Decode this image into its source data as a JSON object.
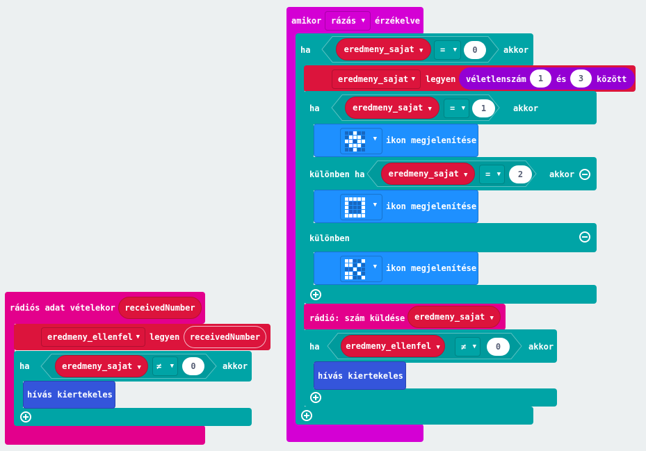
{
  "colors": {
    "radio": "#e3008c",
    "input": "#d400d4",
    "logic": "#00a4a6",
    "variables": "#dc143c",
    "basic": "#1e90ff",
    "functions": "#3455db",
    "math": "#9400d3"
  },
  "radio_block": {
    "label": "rádiós adat vételekor",
    "param": "receivedNumber",
    "set": {
      "variable": "eredmeny_ellenfel",
      "verb": "legyen",
      "value": "receivedNumber"
    },
    "if": {
      "label": "ha",
      "variable": "eredmeny_sajat",
      "operator": "≠",
      "value": "0",
      "then": "akkor"
    },
    "call": "hívás kiertekeles"
  },
  "shake_block": {
    "label_before": "amikor",
    "gesture": "rázás",
    "label_after": "érzékelve",
    "if": {
      "label": "ha",
      "variable": "eredmeny_sajat",
      "operator": "=",
      "value": "0",
      "then": "akkor"
    },
    "set": {
      "variable": "eredmeny_sajat",
      "verb": "legyen",
      "random_label": "véletlenszám",
      "from": "1",
      "and": "és",
      "to": "3",
      "between": "között"
    },
    "inner_if": {
      "label": "ha",
      "variable": "eredmeny_sajat",
      "operator": "=",
      "value": "1",
      "then": "akkor",
      "show_label": "ikon megjelenítése",
      "icon": [
        0,
        0,
        1,
        0,
        0,
        0,
        1,
        1,
        1,
        0,
        1,
        1,
        0,
        1,
        1,
        0,
        1,
        1,
        1,
        0,
        0,
        0,
        1,
        0,
        0
      ]
    },
    "else_if": {
      "label": "különben ha",
      "variable": "eredmeny_sajat",
      "operator": "=",
      "value": "2",
      "then": "akkor",
      "show_label": "ikon megjelenítése",
      "icon": [
        1,
        1,
        1,
        1,
        1,
        1,
        0,
        0,
        0,
        1,
        1,
        0,
        0,
        0,
        1,
        1,
        0,
        0,
        0,
        1,
        1,
        1,
        1,
        1,
        1
      ]
    },
    "else": {
      "label": "különben",
      "show_label": "ikon megjelenítése",
      "icon": [
        1,
        1,
        0,
        0,
        1,
        1,
        1,
        0,
        1,
        0,
        0,
        0,
        1,
        0,
        0,
        1,
        1,
        0,
        1,
        0,
        1,
        1,
        0,
        0,
        1
      ]
    },
    "send": {
      "label": "rádió: szám küldése",
      "variable": "eredmeny_sajat"
    },
    "if2": {
      "label": "ha",
      "variable": "eredmeny_ellenfel",
      "operator": "≠",
      "value": "0",
      "then": "akkor"
    },
    "call": "hívás kiertekeles"
  }
}
